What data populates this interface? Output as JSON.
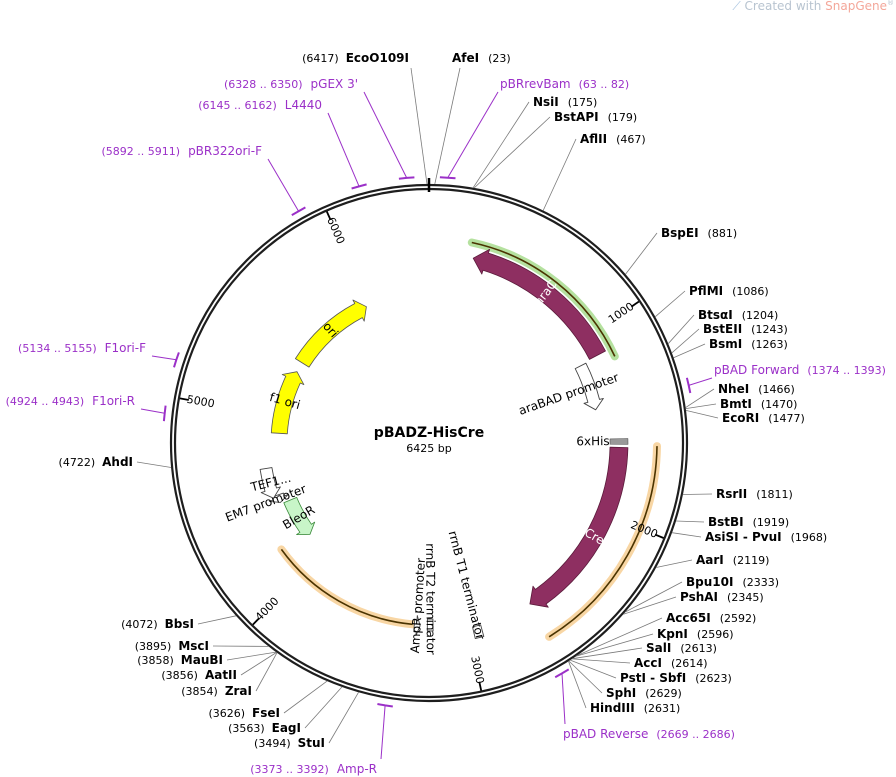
{
  "watermark": {
    "prefix": "Created with ",
    "brand": "SnapGene",
    "mark": "®"
  },
  "plasmid": {
    "name": "pBADZ-HisCre",
    "size_label": "6425 bp",
    "length": 6425
  },
  "colors": {
    "backbone": "#1e1e1e",
    "feature_dark": "#8e2f61",
    "ori": "#ffff00",
    "bleo": "#c8f5c8",
    "bleo_stroke": "#3a8a3a",
    "araC_glow": "#78c850",
    "orf_glow": "#f2b55a",
    "primer": "#9b30c8",
    "site_line": "#7a7a7a"
  },
  "ticks": [
    {
      "pos": 1000,
      "label": "1000"
    },
    {
      "pos": 2000,
      "label": "2000"
    },
    {
      "pos": 3000,
      "label": "3000"
    },
    {
      "pos": 4000,
      "label": "4000"
    },
    {
      "pos": 5000,
      "label": "5000"
    },
    {
      "pos": 6000,
      "label": "6000"
    }
  ],
  "features": [
    {
      "id": "araC",
      "label": "araC",
      "start": 240,
      "end": 1115,
      "dir": "ccw",
      "style": "dark",
      "track": 0,
      "label_inside": true
    },
    {
      "id": "cre",
      "label": "Cre",
      "start": 1630,
      "end": 2640,
      "dir": "cw",
      "style": "dark",
      "track": 0,
      "label_inside": true
    },
    {
      "id": "ori",
      "label": "ori",
      "start": 5395,
      "end": 5985,
      "dir": "cw",
      "style": "ori",
      "track": 0,
      "label_inside": true
    },
    {
      "id": "f1ori",
      "label": "f1 ori",
      "start": 4885,
      "end": 5325,
      "dir": "cw",
      "style": "ori",
      "track": 0,
      "label_inside": true
    },
    {
      "id": "bleor",
      "label": "BleoR",
      "start": 4150,
      "end": 4420,
      "dir": "ccw",
      "style": "bleo",
      "track": 0,
      "label_inside": true
    },
    {
      "id": "araBAD",
      "label": "araBAD promoter",
      "start": 1125,
      "end": 1405,
      "dir": "cw",
      "style": "promoter",
      "track": 0,
      "label_inside": false
    },
    {
      "id": "hisTag",
      "label": "6xHis",
      "start": 1583,
      "end": 1613,
      "dir": "cw",
      "style": "tag",
      "track": 0,
      "label_inside": false
    },
    {
      "id": "rrnbT1",
      "label": "rrnB T1 terminator",
      "start": 2930,
      "end": 2975,
      "dir": "cw",
      "style": "terminator",
      "track": 0,
      "label_inside": false
    },
    {
      "id": "rrnbT2",
      "label": "rrnB T2 terminator",
      "start": 3190,
      "end": 3222,
      "dir": "cw",
      "style": "terminator",
      "track": 0,
      "label_inside": false
    },
    {
      "id": "ampRpromoter",
      "label": "AmpR promoter",
      "start": 3262,
      "end": 3295,
      "dir": "ccw",
      "style": "promoter",
      "track": 0,
      "label_inside": false
    },
    {
      "id": "em7",
      "label": "EM7 promoter",
      "start": 4430,
      "end": 4480,
      "dir": "ccw",
      "style": "promoter",
      "track": 0,
      "label_inside": false
    },
    {
      "id": "tef1",
      "label": "TEF1...",
      "start": 4470,
      "end": 4660,
      "dir": "ccw",
      "style": "promoter",
      "track": 0,
      "label_inside": false
    }
  ],
  "glow_arcs": [
    {
      "id": "araC-orf",
      "start": 215,
      "end": 1160,
      "style": "araC"
    },
    {
      "id": "cre-orf",
      "start": 1620,
      "end": 2645,
      "style": "orf"
    },
    {
      "id": "bleo-orf",
      "start": 3305,
      "end": 4180,
      "style": "orf"
    }
  ],
  "sites": [
    {
      "name": "EcoO109I",
      "pos": 6417,
      "text": "(6417)"
    },
    {
      "name": "AfeI",
      "pos": 23,
      "text": "(23)"
    },
    {
      "name": "NsiI",
      "pos": 175,
      "text": "(175)"
    },
    {
      "name": "BstAPI",
      "pos": 179,
      "text": "(179)"
    },
    {
      "name": "AflII",
      "pos": 467,
      "text": "(467)"
    },
    {
      "name": "BspEI",
      "pos": 881,
      "text": "(881)"
    },
    {
      "name": "PflMI",
      "pos": 1086,
      "text": "(1086)"
    },
    {
      "name": "BtsαI",
      "pos": 1204,
      "text": "(1204)"
    },
    {
      "name": "BstEII",
      "pos": 1243,
      "text": "(1243)"
    },
    {
      "name": "BsmI",
      "pos": 1263,
      "text": "(1263)"
    },
    {
      "name": "NheI",
      "pos": 1466,
      "text": "(1466)"
    },
    {
      "name": "BmtI",
      "pos": 1470,
      "text": "(1470)"
    },
    {
      "name": "EcoRI",
      "pos": 1477,
      "text": "(1477)"
    },
    {
      "name": "RsrII",
      "pos": 1811,
      "text": "(1811)"
    },
    {
      "name": "BstBI",
      "pos": 1919,
      "text": "(1919)"
    },
    {
      "name": "AsiSI - PvuI",
      "pos": 1968,
      "text": "(1968)"
    },
    {
      "name": "AarI",
      "pos": 2119,
      "text": "(2119)"
    },
    {
      "name": "Bpu10I",
      "pos": 2333,
      "text": "(2333)"
    },
    {
      "name": "PshAI",
      "pos": 2345,
      "text": "(2345)"
    },
    {
      "name": "Acc65I",
      "pos": 2592,
      "text": "(2592)"
    },
    {
      "name": "KpnI",
      "pos": 2596,
      "text": "(2596)"
    },
    {
      "name": "SalI",
      "pos": 2613,
      "text": "(2613)"
    },
    {
      "name": "AccI",
      "pos": 2614,
      "text": "(2614)"
    },
    {
      "name": "PstI - SbfI",
      "pos": 2623,
      "text": "(2623)"
    },
    {
      "name": "SphI",
      "pos": 2629,
      "text": "(2629)"
    },
    {
      "name": "HindIII",
      "pos": 2631,
      "text": "(2631)"
    },
    {
      "name": "StuI",
      "pos": 3494,
      "text": "(3494)"
    },
    {
      "name": "EagI",
      "pos": 3563,
      "text": "(3563)"
    },
    {
      "name": "FseI",
      "pos": 3626,
      "text": "(3626)"
    },
    {
      "name": "ZraI",
      "pos": 3854,
      "text": "(3854)"
    },
    {
      "name": "AatII",
      "pos": 3856,
      "text": "(3856)"
    },
    {
      "name": "MauBI",
      "pos": 3858,
      "text": "(3858)"
    },
    {
      "name": "MscI",
      "pos": 3895,
      "text": "(3895)"
    },
    {
      "name": "BbsI",
      "pos": 4072,
      "text": "(4072)"
    },
    {
      "name": "AhdI",
      "pos": 4722,
      "text": "(4722)"
    }
  ],
  "primers": [
    {
      "name": "pGEX 3'",
      "pos": 6339,
      "text": "(6328 .. 6350)"
    },
    {
      "name": "pBRrevBam",
      "pos": 72,
      "text": "(63 .. 82)"
    },
    {
      "name": "L4440",
      "pos": 6153,
      "text": "(6145 .. 6162)"
    },
    {
      "name": "pBR322ori-F",
      "pos": 5901,
      "text": "(5892 .. 5911)"
    },
    {
      "name": "F1ori-F",
      "pos": 5144,
      "text": "(5134 .. 5155)"
    },
    {
      "name": "F1ori-R",
      "pos": 4933,
      "text": "(4924 .. 4943)"
    },
    {
      "name": "pBAD Forward",
      "pos": 1383,
      "text": "(1374 .. 1393)"
    },
    {
      "name": "pBAD Reverse",
      "pos": 2677,
      "text": "(2669 .. 2686)"
    },
    {
      "name": "Amp-R",
      "pos": 3382,
      "text": "(3373 .. 3392)"
    }
  ]
}
